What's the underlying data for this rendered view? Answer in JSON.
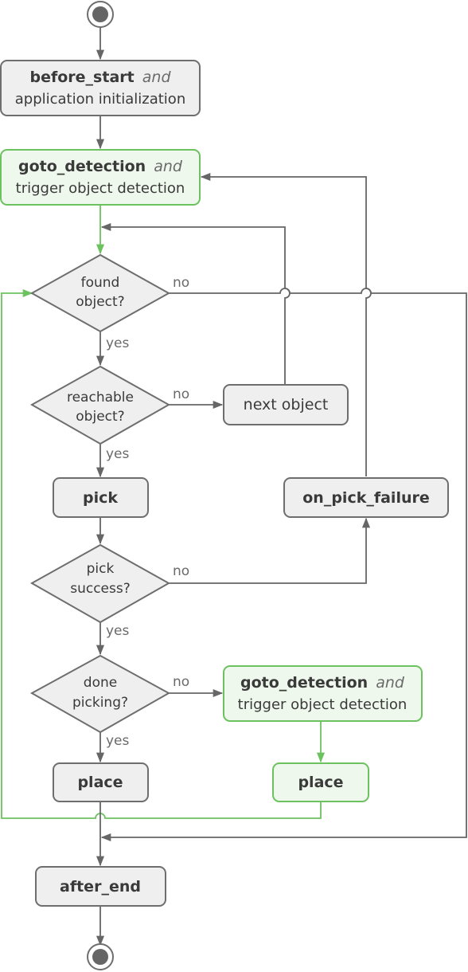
{
  "nodes": {
    "before_start": {
      "name": "before_start",
      "conj": "and",
      "desc": "application initialization"
    },
    "goto_detection_top": {
      "name": "goto_detection",
      "conj": "and",
      "desc": "trigger object detection"
    },
    "found_object": {
      "line1": "found",
      "line2": "object?"
    },
    "reachable_object": {
      "line1": "reachable",
      "line2": "object?"
    },
    "next_object": {
      "label": "next object"
    },
    "pick": {
      "label": "pick"
    },
    "on_pick_failure": {
      "label": "on_pick_failure"
    },
    "pick_success": {
      "line1": "pick",
      "line2": "success?"
    },
    "done_picking": {
      "line1": "done",
      "line2": "picking?"
    },
    "goto_detection_bottom": {
      "name": "goto_detection",
      "conj": "and",
      "desc": "trigger object detection"
    },
    "place_left": {
      "label": "place"
    },
    "place_right": {
      "label": "place"
    },
    "after_end": {
      "label": "after_end"
    }
  },
  "edge_labels": {
    "found_no": "no",
    "found_yes": "yes",
    "reachable_no": "no",
    "reachable_yes": "yes",
    "pick_no": "no",
    "pick_yes": "yes",
    "done_no": "no",
    "done_yes": "yes"
  },
  "colors": {
    "gray_stroke": "#6e6e6e",
    "gray_fill": "#efefef",
    "green_stroke": "#6cc25e",
    "green_fill": "#eef8ec",
    "edge_gray": "#666666",
    "edge_green": "#6cc25e"
  }
}
